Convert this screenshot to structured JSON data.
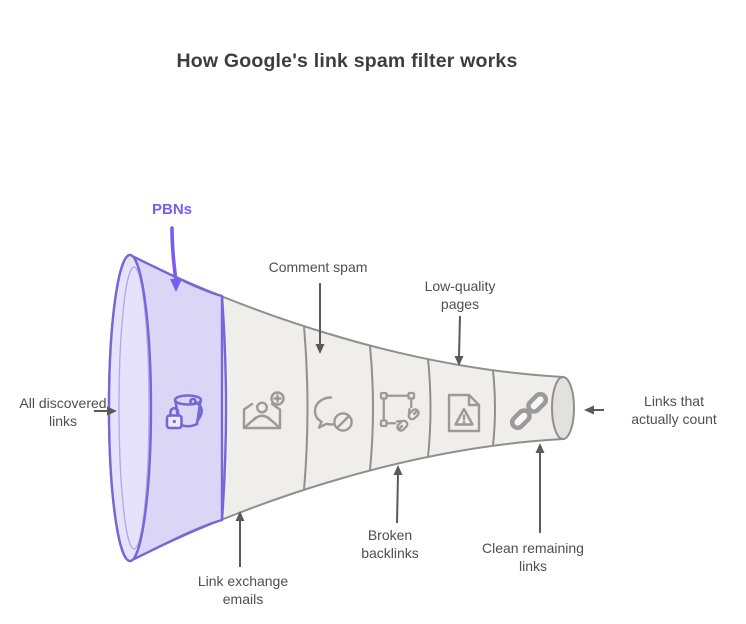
{
  "title": "How Google's link spam filter works",
  "funnel": {
    "stages": [
      {
        "icon": "bucket-lock-icon",
        "highlighted": true
      },
      {
        "icon": "email-user-add-icon",
        "highlighted": false
      },
      {
        "icon": "comment-blocked-icon",
        "highlighted": false
      },
      {
        "icon": "broken-element-icon",
        "highlighted": false
      },
      {
        "icon": "file-warning-icon",
        "highlighted": false
      },
      {
        "icon": "chain-link-icon",
        "highlighted": false
      }
    ]
  },
  "callouts": {
    "pbns": "PBNs",
    "comment_spam": "Comment spam",
    "low_quality": "Low-quality\npages",
    "input": "All discovered\nlinks",
    "output": "Links that\nactually count",
    "link_exchange": "Link exchange\nemails",
    "broken_links": "Broken\nbacklinks",
    "clean_links": "Clean remaining\nlinks"
  },
  "colors": {
    "accent": "#7b5cf0",
    "accent_stroke": "#7468d6",
    "accent_fill": "#dcd6f6",
    "accent_mouth": "#e7e2fb",
    "funnel_fill": "#f0eeeb",
    "funnel_stroke": "#8f8f8f",
    "icon_gray": "#9a9a9a",
    "label_text": "#4f4f4f",
    "title_text": "#3d3d3d",
    "arrow": "#5a5a5a"
  }
}
